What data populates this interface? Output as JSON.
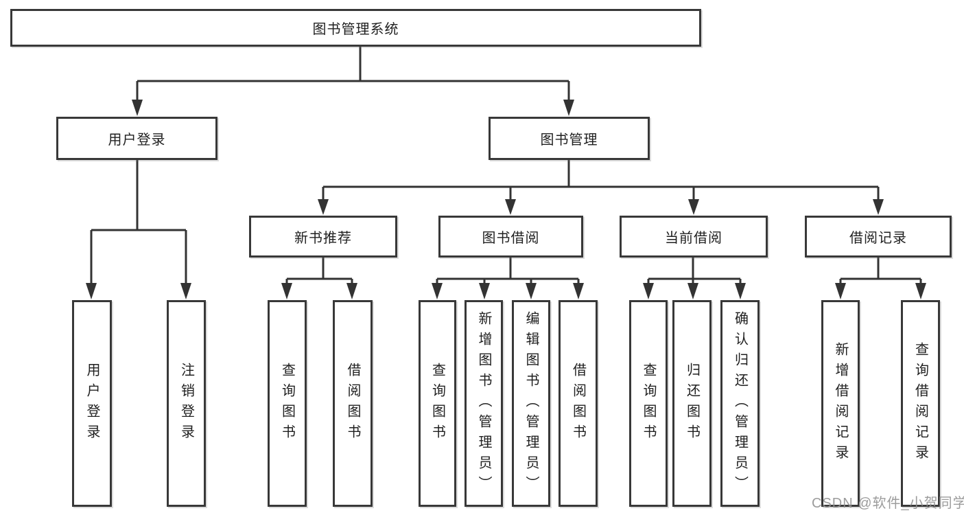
{
  "diagram": {
    "title": "图书管理系统",
    "nodes": {
      "root": "图书管理系统",
      "user_login": "用户登录",
      "book_mgmt": "图书管理",
      "new_books": "新书推荐",
      "book_borrow": "图书借阅",
      "current_borrow": "当前借阅",
      "borrow_records": "借阅记录",
      "leaf_user_login": "用户登录",
      "leaf_logout": "注销登录",
      "leaf_nb_query": "查询图书",
      "leaf_nb_borrow": "借阅图书",
      "leaf_bb_query": "查询图书",
      "leaf_bb_add": "新增图书（管理员）",
      "leaf_bb_edit": "编辑图书（管理员）",
      "leaf_bb_borrow": "借阅图书",
      "leaf_cb_query": "查询图书",
      "leaf_cb_return": "归还图书",
      "leaf_cb_confirm": "确认归还（管理员）",
      "leaf_rec_add": "新增借阅记录",
      "leaf_rec_query": "查询借阅记录"
    },
    "watermark": "CSDN @软件_小贺同学",
    "colors": {
      "line": "#333333",
      "box_border": "#383838",
      "text": "#1f1f1f",
      "watermark": "#919191",
      "background": "#ffffff"
    }
  }
}
